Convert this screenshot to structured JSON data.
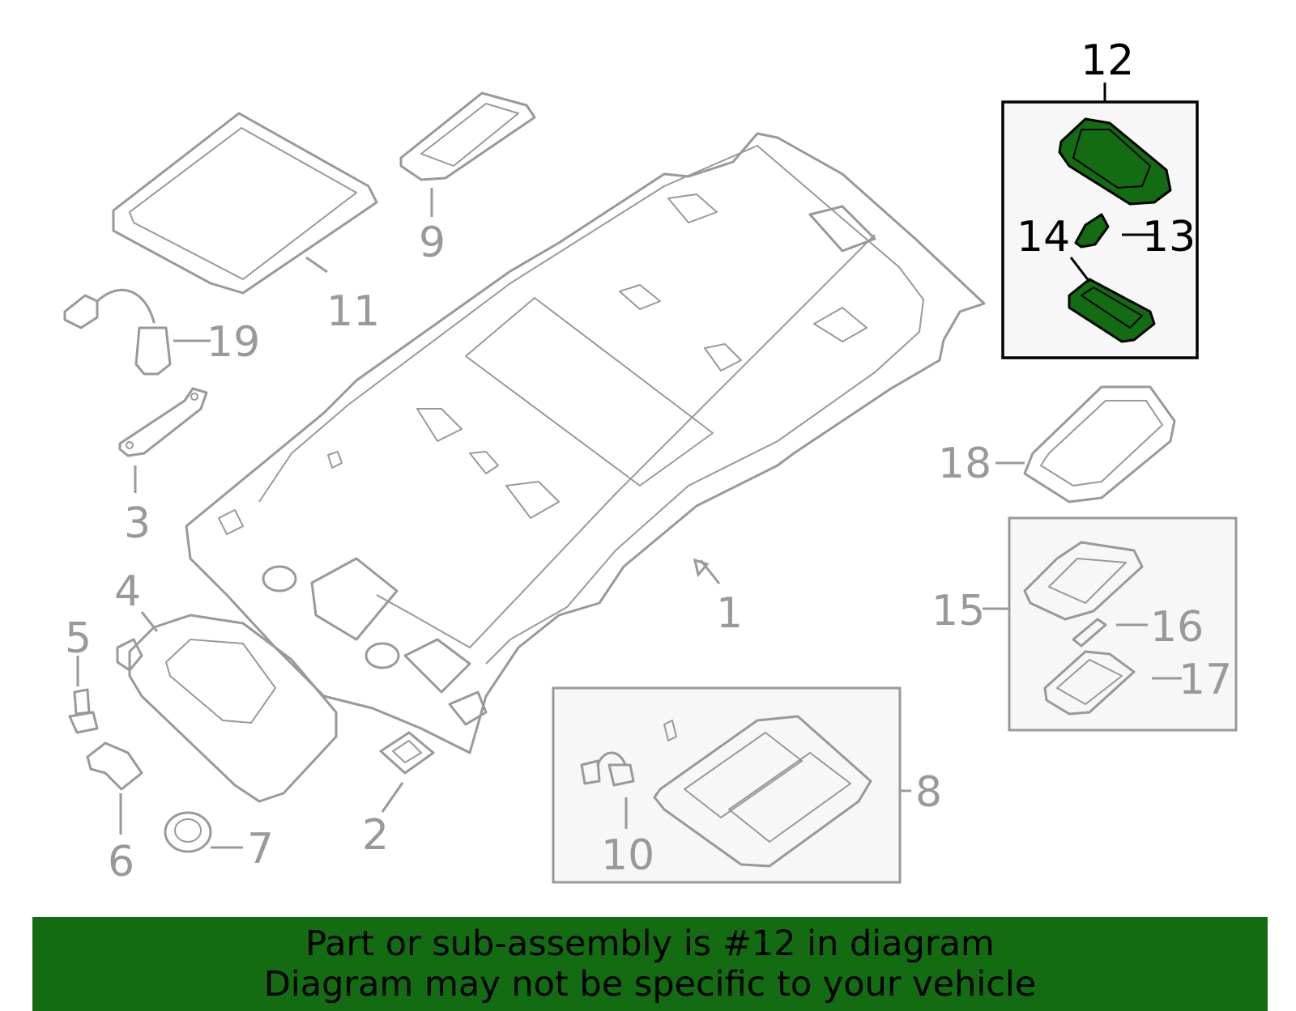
{
  "diagram": {
    "highlight_color": "#136b12",
    "callouts": {
      "p1": "1",
      "p2": "2",
      "p3": "3",
      "p4": "4",
      "p5": "5",
      "p6": "6",
      "p7": "7",
      "p8": "8",
      "p9": "9",
      "p10": "10",
      "p11": "11",
      "p12": "12",
      "p13": "13",
      "p14": "14",
      "p15": "15",
      "p16": "16",
      "p17": "17",
      "p18": "18",
      "p19": "19"
    }
  },
  "banner": {
    "line1": "Part or sub-assembly is #12 in diagram",
    "line2": "Diagram may not be specific to your vehicle"
  }
}
